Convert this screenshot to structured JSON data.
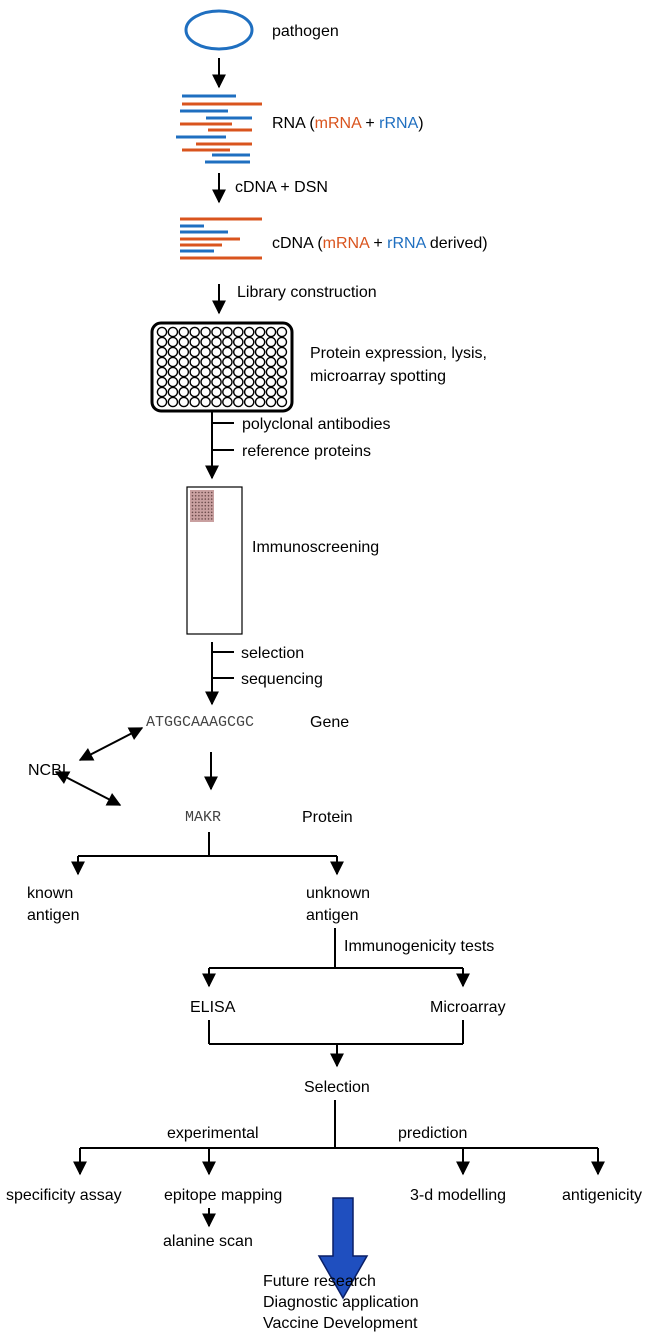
{
  "colors": {
    "mrna": "#d9541e",
    "rrna": "#1f6fc0",
    "arrow_blue": "#1f4fbf",
    "well_fill": "#c9a0a0"
  },
  "labels": {
    "pathogen": "pathogen",
    "rna_prefix": "RNA (",
    "mrna": "mRNA",
    "plus": " + ",
    "rrna": "rRNA",
    "rna_suffix": ")",
    "cdna_dsn": "cDNA + DSN",
    "cdna_prefix": "cDNA (",
    "cdna_suffix": " derived)",
    "library": "Library construction",
    "protein_expr_1": "Protein expression, lysis,",
    "protein_expr_2": "microarray spotting",
    "polyclonal": "polyclonal antibodies",
    "reference": "reference proteins",
    "immunoscreening": "Immunoscreening",
    "selection_small": "selection",
    "sequencing": "sequencing",
    "gene_seq": "ATGGCAAAGCGC",
    "gene": "Gene",
    "ncbi": "NCBI",
    "protein_seq": "MAKR",
    "protein": "Protein",
    "known_1": "known",
    "known_2": "antigen",
    "unknown_1": "unknown",
    "unknown_2": "antigen",
    "immunogenicity": "Immunogenicity tests",
    "elisa": "ELISA",
    "microarray": "Microarray",
    "selection": "Selection",
    "experimental": "experimental",
    "prediction": "prediction",
    "specificity": "specificity assay",
    "epitope": "epitope mapping",
    "modelling": "3-d modelling",
    "antigenicity": "antigenicity",
    "alanine": "alanine scan",
    "future_1": "Future research",
    "future_2": "Diagnostic application",
    "future_3": "Vaccine Development"
  }
}
